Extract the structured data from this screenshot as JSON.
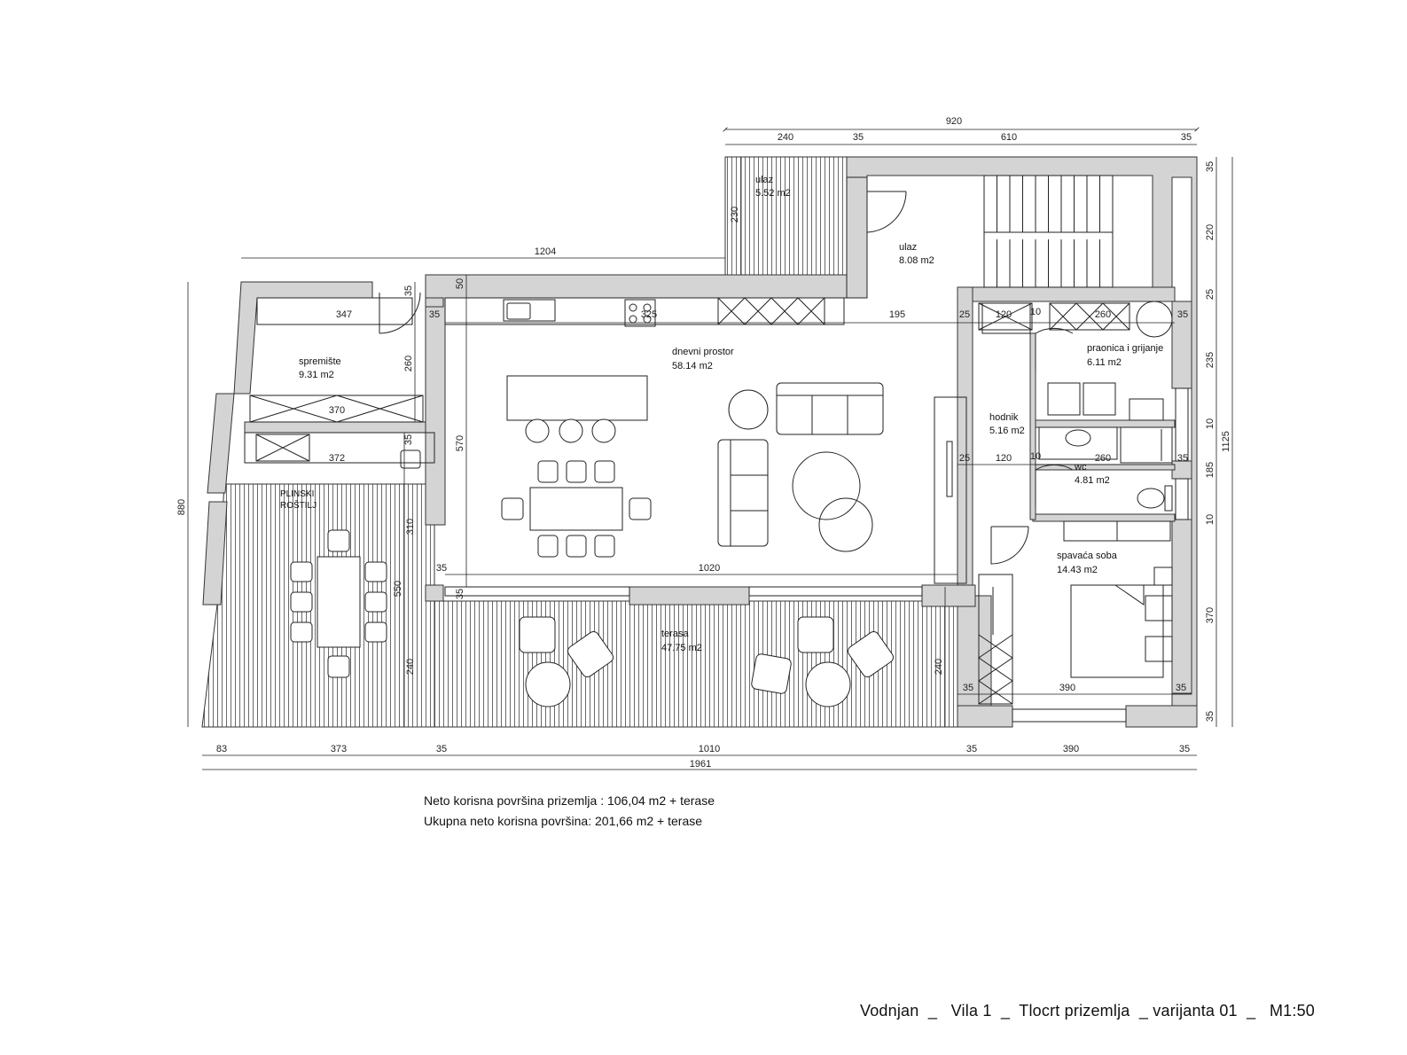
{
  "rooms": [
    {
      "id": "ulaz-porch",
      "name": "ulaz",
      "area": "5.52 m2"
    },
    {
      "id": "ulaz",
      "name": "ulaz",
      "area": "8.08 m2"
    },
    {
      "id": "spremiste",
      "name": "spremište",
      "area": "9.31 m2"
    },
    {
      "id": "dnevni",
      "name": "dnevni prostor",
      "area": "58.14 m2"
    },
    {
      "id": "praonica",
      "name": "praonica i grijanje",
      "area": "6.11 m2"
    },
    {
      "id": "hodnik",
      "name": "hodnik",
      "area": "5.16 m2"
    },
    {
      "id": "wc",
      "name": "wc",
      "area": "4.81 m2"
    },
    {
      "id": "spavaca",
      "name": "spavaća soba",
      "area": "14.43 m2"
    },
    {
      "id": "terasa",
      "name": "terasa",
      "area": "47.75 m2"
    }
  ],
  "labels": {
    "grill_line1": "PLINSKI",
    "grill_line2": "ROŠTILJ"
  },
  "dimensions": {
    "top_total": "920",
    "top_1": "240",
    "top_2": "35",
    "top_3": "610",
    "top_4": "35",
    "mid_1204": "1204",
    "bottom_1": "83",
    "bottom_2": "373",
    "bottom_3": "35",
    "bottom_4": "1010",
    "bottom_5": "35",
    "bottom_6": "390",
    "bottom_7": "35",
    "bottom_total": "1961",
    "left_880": "880",
    "right_1125": "1125",
    "right_35a": "35",
    "right_220": "220",
    "right_25": "25",
    "right_235": "235",
    "right_10a": "10",
    "right_185": "185",
    "right_10b": "10",
    "right_370": "370",
    "right_35b": "35",
    "d_347": "347",
    "d_260a": "260",
    "d_370": "370",
    "d_372": "372",
    "d_35a": "35",
    "d_35b": "35",
    "d_50": "50",
    "d_35c": "35",
    "d_325": "325",
    "d_195": "195",
    "d_25a": "25",
    "d_120a": "120",
    "d_10a": "10",
    "d_260b": "260",
    "d_35d": "35",
    "d_570": "570",
    "d_230": "230",
    "d_25b": "25",
    "d_120b": "120",
    "d_10b": "10",
    "d_260c": "260",
    "d_35e": "35",
    "d_310": "310",
    "d_550": "550",
    "d_35f": "35",
    "d_1020": "1020",
    "d_35g": "35",
    "d_240a": "240",
    "d_240b": "240",
    "d_35h": "35",
    "d_390": "390",
    "d_35i": "35"
  },
  "summary": {
    "line1": "Neto korisna površina prizemlja : 106,04 m2 + terase",
    "line2": "Ukupna neto korisna površina: 201,66 m2 + terase"
  },
  "title_block": "Vodnjan  _   Vila 1  _  Tlocrt prizemlja  _ varijanta 01  _   M1:50",
  "colors": {
    "wall": "#d4d4d4",
    "line": "#222222"
  }
}
